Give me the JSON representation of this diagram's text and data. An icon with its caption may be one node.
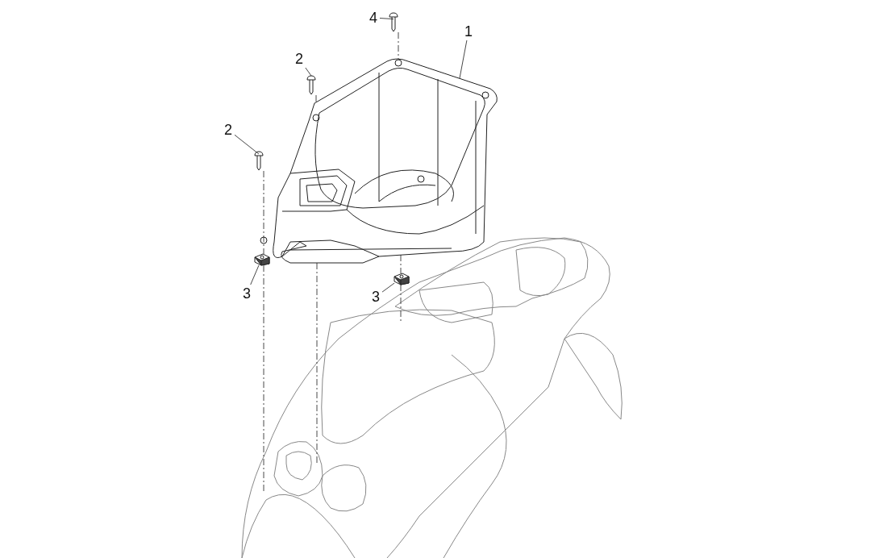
{
  "diagram": {
    "nodes": [
      {
        "text": [
          "4"
        ]
      },
      {
        "text": [
          "1"
        ]
      },
      {
        "text": [
          "2"
        ]
      },
      {
        "text": [
          "2"
        ]
      },
      {
        "text": [
          "3"
        ]
      },
      {
        "text": [
          "3"
        ]
      },
      {
        "text": [],
        "shape": "picture"
      },
      {
        "text": [],
        "shape": "picture"
      },
      {
        "text": [],
        "shape": "picture"
      },
      {
        "text": [],
        "shape": "picture"
      },
      {
        "text": [],
        "shape": "picture"
      },
      {
        "text": [],
        "shape": "picture"
      }
    ],
    "edges": [
      {
        "from": 0,
        "to": 6,
        "arrow": "none"
      },
      {
        "from": 1,
        "to": 7,
        "arrow": "none"
      },
      {
        "from": 2,
        "to": 8,
        "arrow": "none"
      },
      {
        "from": 3,
        "to": 9,
        "arrow": "none"
      },
      {
        "from": 4,
        "to": 10,
        "arrow": "none"
      },
      {
        "from": 5,
        "to": 11,
        "arrow": "none"
      },
      {
        "from": 6,
        "to": 7,
        "arrow": "none",
        "style": "dashed"
      },
      {
        "from": 8,
        "to": 7,
        "arrow": "none",
        "style": "dashed"
      },
      {
        "from": 9,
        "to": 10,
        "arrow": "none",
        "style": "dashed"
      },
      {
        "from": 10,
        "to": null,
        "arrow": "none",
        "style": "dashed"
      },
      {
        "from": 7,
        "to": null,
        "arrow": "none",
        "style": "dashed"
      },
      {
        "from": 7,
        "to": 11,
        "arrow": "none",
        "style": "dashed"
      },
      {
        "from": 11,
        "to": null,
        "arrow": "none",
        "style": "dashed"
      }
    ]
  }
}
